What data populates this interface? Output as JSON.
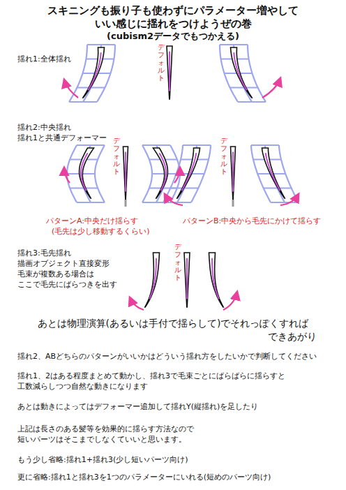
{
  "diagram": {
    "title": "スキニングも振り子も使わずにパラメーター増やして いい感じに揺れをつけようぜの巻",
    "labels": [
      "(cubism2データでもつかえる)",
      "揺れ1:全体揺れ",
      "デフォルト",
      "揺れ2:中央揺れ",
      "揺れ1と共通デフォーマー",
      "デフォルト",
      "デフォルト",
      "パターンA:中央だけ揺らす",
      "(毛先は少し移動するくらい)",
      "パターンB:中央から毛先にかけて揺らす",
      "揺れ3:毛先揺れ",
      "描画オブジェクト直接変形",
      "毛束が複数ある場合は",
      "ここで毛先にばらつきを出す",
      "デフォルト",
      "あとは物理演算(あるいは手付で揺らして)でそれっぽくすれば",
      "できあがり",
      "揺れ2、ABどちらのパターンがいいかはどういう揺れ方をしたいかで判断してください",
      "揺れ1、2はある程度まとめて動かし、揺れ3で毛束ごとにばらばらに揺らすと",
      "工数減らしつつ自然な動きになります",
      "あとは動きによってはデフォーマー追加して揺れY(縦揺れ)を足したり",
      "上記は長さのある髪等を効果的に揺らす方法なので",
      "短いパーツはそこまでしなくていいと思います。",
      "もう少し省略:揺れ1+揺れ3(少し短いパーツ向け)",
      "更に省略:揺れ1と揺れ3を1つのパラメーターにいれる(短めのパーツ向け)"
    ]
  }
}
